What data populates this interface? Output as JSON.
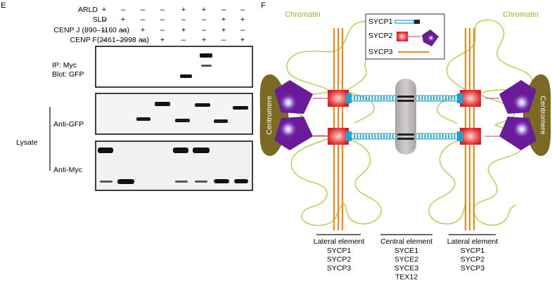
{
  "panel_e": {
    "panel_letter": "E",
    "conditions": [
      {
        "label": "ARLD",
        "marks": [
          "+",
          "–",
          "–",
          "–",
          "+",
          "+",
          "–",
          "–"
        ]
      },
      {
        "label": "SLD",
        "marks": [
          "–",
          "+",
          "–",
          "–",
          "–",
          "–",
          "+",
          "+"
        ]
      },
      {
        "label": "CENP J (890–1160 aa)",
        "marks": [
          "–",
          "–",
          "+",
          "–",
          "+",
          "–",
          "+",
          "–"
        ]
      },
      {
        "label": "CENP F(2461–2998 aa)",
        "marks": [
          "–",
          "–",
          "–",
          "+",
          "–",
          "+",
          "–",
          "+"
        ]
      }
    ],
    "ip_label": "IP: Myc",
    "ip_blot_label": "Blot: GFP",
    "lysate_label": "Lysate",
    "anti_gfp_label": "Anti-GFP",
    "anti_myc_label": "Anti-Myc"
  },
  "panel_f": {
    "panel_letter": "F",
    "chromatin_left": "Chromatin",
    "chromatin_right": "Chromatin",
    "centromere_left": "Centromere",
    "centromere_right": "Centromere",
    "legend": {
      "sycp1": "SYCP1",
      "sycp2": "SYCP2",
      "sycp3": "SYCP3"
    },
    "lateral_left": {
      "title": "Lateral element",
      "items": [
        "SYCP1",
        "SYCP2",
        "SYCP3"
      ]
    },
    "central": {
      "title": "Central element",
      "items": [
        "SYCE1",
        "SYCE2",
        "SYCE3",
        "TEX12"
      ]
    },
    "lateral_right": {
      "title": "Lateral element",
      "items": [
        "SYCP1",
        "SYCP2",
        "SYCP3"
      ]
    },
    "colors": {
      "chromatin": "#a6cf3c",
      "centromere": "#7a6a24",
      "kinetochore": "#6a1b9a",
      "sycp1": "#19a3d6",
      "sycp2": "#e0262a",
      "sycp3": "#ee8a1c",
      "central_element": "#b7b2b2"
    }
  }
}
